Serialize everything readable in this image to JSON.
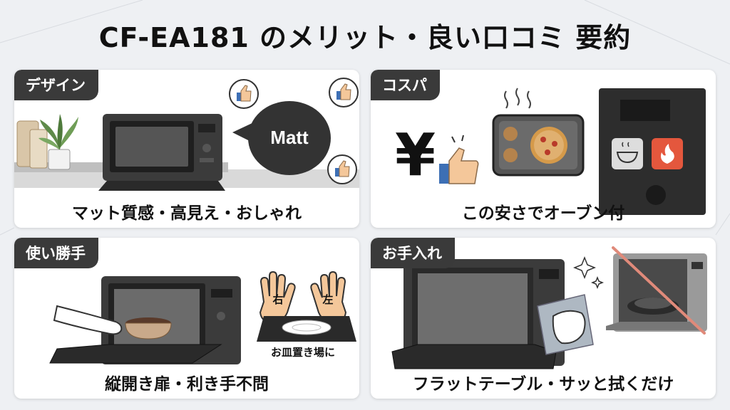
{
  "title": "CF-EA181 のメリット・良い口コミ 要約",
  "panels": [
    {
      "label": "デザイン",
      "caption": "マット質感・高見え・おしゃれ",
      "bubble_text": "Matt",
      "icons": [
        "microwave-icon",
        "plant-icon",
        "thumbs-up-icon"
      ]
    },
    {
      "label": "コスパ",
      "caption": "この安さでオーブン付",
      "yen_symbol": "¥",
      "icons": [
        "yen-icon",
        "thumbs-up-icon",
        "oven-tray-icon",
        "bowl-icon",
        "flame-icon"
      ]
    },
    {
      "label": "使い勝手",
      "caption": "縦開き扉・利き手不問",
      "hand_right": "右",
      "hand_left": "左",
      "plate_label": "お皿置き場に",
      "icons": [
        "microwave-icon",
        "hand-icon",
        "plate-icon"
      ]
    },
    {
      "label": "お手入れ",
      "caption": "フラットテーブル・サッと拭くだけ",
      "icons": [
        "microwave-icon",
        "cloth-icon",
        "sparkle-icon",
        "turntable-icon"
      ]
    }
  ],
  "colors": {
    "label_bg": "#3a3a3a",
    "panel_bg": "#ffffff",
    "page_bg": "#eef0f3",
    "thumb_fill": "#f4c79a",
    "thumb_cuff": "#3d6fb5",
    "flame_bg": "#e4573d"
  }
}
